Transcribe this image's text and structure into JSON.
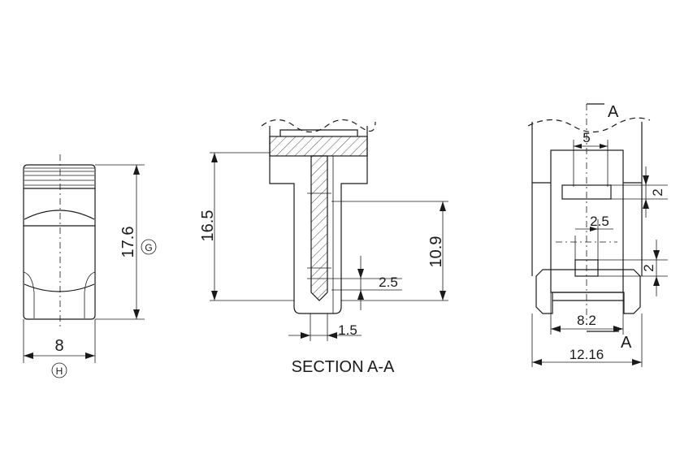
{
  "side_view": {
    "height_dim": "17.6",
    "width_dim": "8",
    "datum_g": "G",
    "datum_h": "H"
  },
  "section_view": {
    "title": "SECTION A-A",
    "dim_overall": "16.5",
    "dim_inner": "10.9",
    "dim_gap": "2.5",
    "dim_wall": "1.5"
  },
  "front_view": {
    "section_mark_top": "A",
    "section_mark_bottom": "A",
    "dim_top_width": "5",
    "dim_top_height": "2",
    "dim_mid_width": "2.5",
    "dim_mid_height": "2",
    "dim_base_width": "8.2",
    "dim_overall_width": "12.16"
  }
}
